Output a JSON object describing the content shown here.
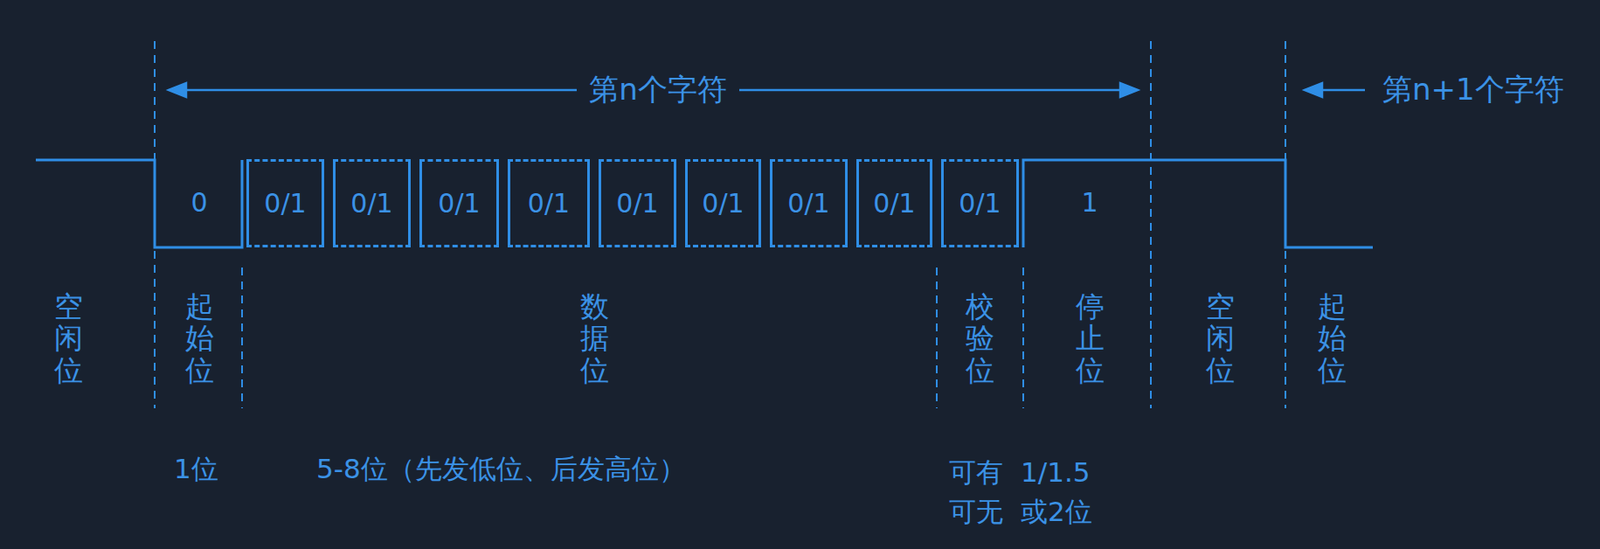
{
  "diagram": {
    "nodes": [
      {
        "text": [
          "0/1"
        ]
      },
      {
        "text": [
          "0/1"
        ]
      },
      {
        "text": [
          "0/1"
        ]
      },
      {
        "text": [
          "0/1"
        ]
      },
      {
        "text": [
          "0/1"
        ]
      },
      {
        "text": [
          "0/1"
        ]
      },
      {
        "text": [
          "0/1"
        ]
      },
      {
        "text": [
          "0/1"
        ]
      },
      {
        "text": [
          "0/1"
        ]
      }
    ],
    "labels": [
      "第n个字符",
      "第n+1个字符",
      "0",
      "1",
      "空闲位",
      "起始位",
      "数据位",
      "校验位",
      "停止位",
      "空闲位",
      "起始位",
      "1位",
      "5-8位（先发低位、后发高位）",
      "可有 可无",
      "1/1.5 或2位"
    ]
  }
}
